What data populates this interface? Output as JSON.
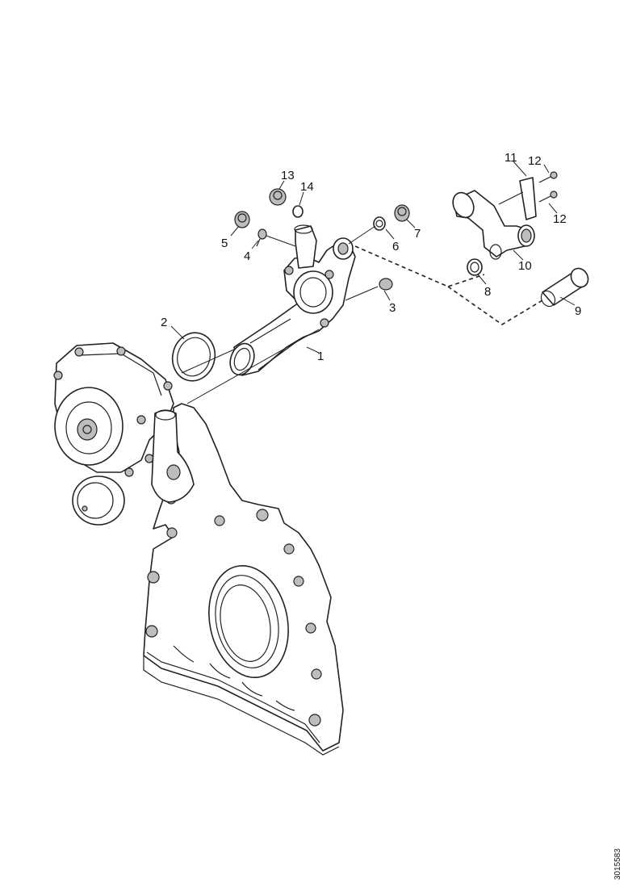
{
  "callouts": [
    {
      "id": "1",
      "label": "1"
    },
    {
      "id": "2",
      "label": "2"
    },
    {
      "id": "3",
      "label": "3"
    },
    {
      "id": "4",
      "label": "4"
    },
    {
      "id": "5",
      "label": "5"
    },
    {
      "id": "6",
      "label": "6"
    },
    {
      "id": "7",
      "label": "7"
    },
    {
      "id": "8",
      "label": "8"
    },
    {
      "id": "9",
      "label": "9"
    },
    {
      "id": "10",
      "label": "10"
    },
    {
      "id": "11",
      "label": "11"
    },
    {
      "id": "12a",
      "label": "12"
    },
    {
      "id": "12b",
      "label": "12"
    },
    {
      "id": "13",
      "label": "13"
    },
    {
      "id": "14",
      "label": "14"
    }
  ],
  "drawing_id": "3015583"
}
